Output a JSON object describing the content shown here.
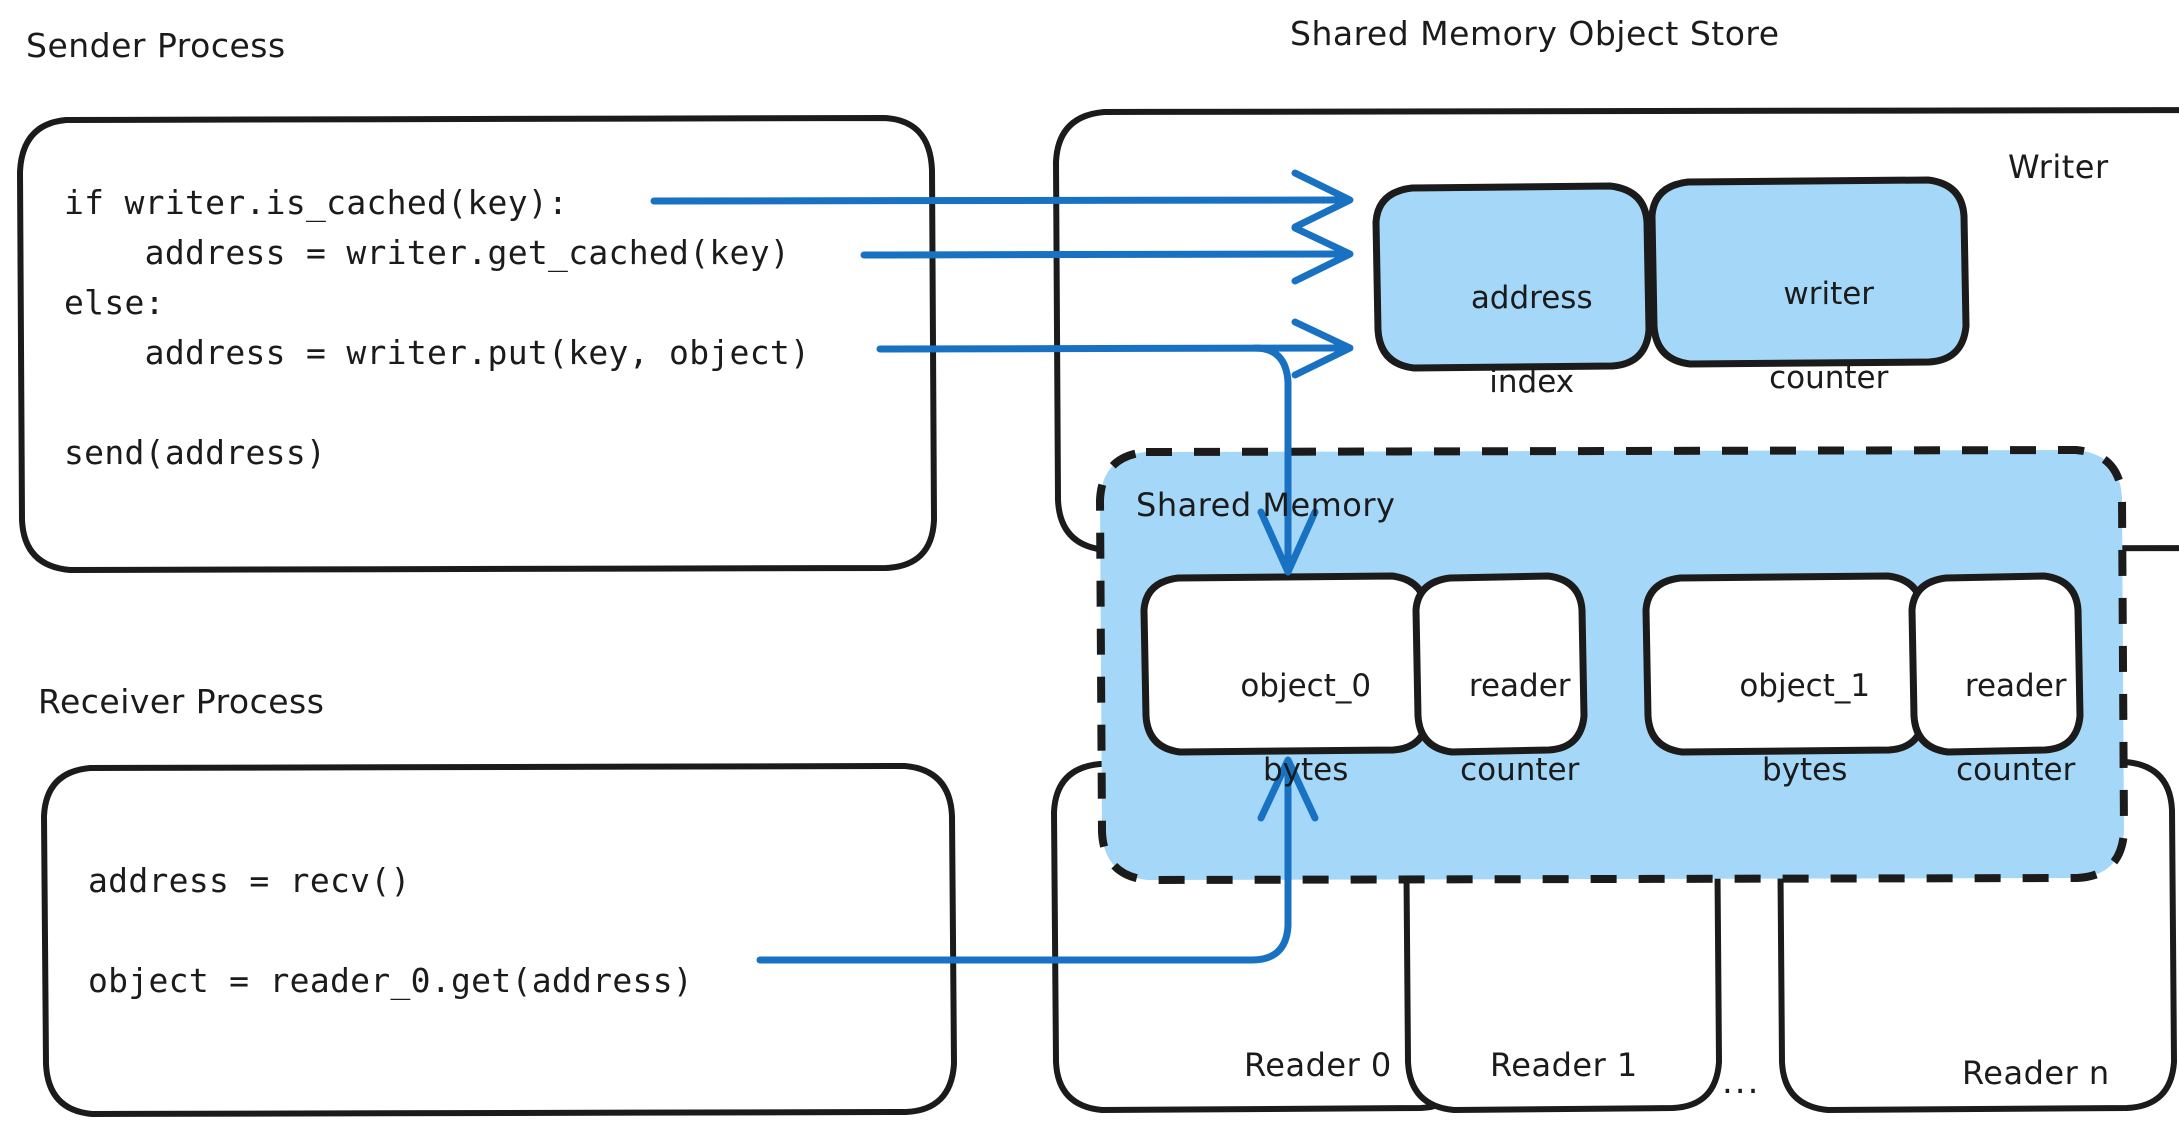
{
  "diagram": {
    "title_left": "Sender Process",
    "title_right": "Shared Memory Object Store",
    "title_receiver": "Receiver Process",
    "colors": {
      "stroke": "#1b1b1b",
      "arrow": "#1971c2",
      "fill_blue": "#a5d8f8",
      "background": "#ffffff"
    }
  },
  "sender_process": {
    "label": "Sender Process",
    "code": "if writer.is_cached(key):\n    address = writer.get_cached(key)\nelse:\n    address = writer.put(key, object)\n\nsend(address)",
    "code_lines": [
      "if writer.is_cached(key):",
      "    address = writer.get_cached(key)",
      "else:",
      "    address = writer.put(key, object)",
      "",
      "send(address)"
    ]
  },
  "receiver_process": {
    "label": "Receiver Process",
    "code_lines": [
      "address = recv()",
      "",
      "object = reader_0.get(address)"
    ]
  },
  "object_store": {
    "label": "Shared Memory Object Store",
    "writer": {
      "label": "Writer",
      "cells": [
        {
          "line1": "address",
          "line2": "index"
        },
        {
          "line1": "writer",
          "line2": "counter"
        }
      ]
    },
    "shared_memory": {
      "label": "Shared Memory",
      "slots": [
        {
          "object": {
            "line1": "object_0",
            "line2": "bytes"
          },
          "counter": {
            "line1": "reader",
            "line2": "counter"
          }
        },
        {
          "object": {
            "line1": "object_1",
            "line2": "bytes"
          },
          "counter": {
            "line1": "reader",
            "line2": "counter"
          }
        }
      ]
    },
    "readers": [
      {
        "label": "Reader 0"
      },
      {
        "label": "Reader 1"
      },
      {
        "label": "Reader n"
      }
    ],
    "readers_ellipsis": "..."
  }
}
